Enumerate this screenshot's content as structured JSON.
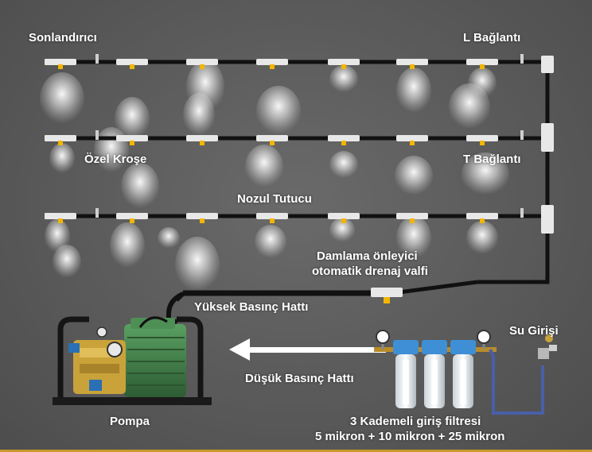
{
  "labels": {
    "terminator": "Sonlandırıcı",
    "l_connector": "L Bağlantı",
    "special_crosse": "Özel Kroşe",
    "t_connector": "T Bağlantı",
    "nozzle_holder": "Nozul Tutucu",
    "anti_drip_line1": "Damlama önleyici",
    "anti_drip_line2": "otomatik drenaj valfi",
    "high_pressure_line": "Yüksek Basınç Hattı",
    "water_inlet": "Su Girişi",
    "low_pressure_line": "Düşük Basınç Hattı",
    "pump": "Pompa",
    "filter_line1": "3 Kademeli giriş filtresi",
    "filter_line2": "5 mikron + 10 mikron + 25 mikron"
  },
  "colors": {
    "background": "#5a5a5a",
    "pipe": "#111111",
    "fitting": "#e8e8e8",
    "nozzle": "#f2b600",
    "motor": "#3f7a45",
    "pump_brass": "#c9a23a",
    "filter_housing": "#3f8fd6",
    "hose": "#4a5fa8",
    "text": "#ffffff"
  }
}
